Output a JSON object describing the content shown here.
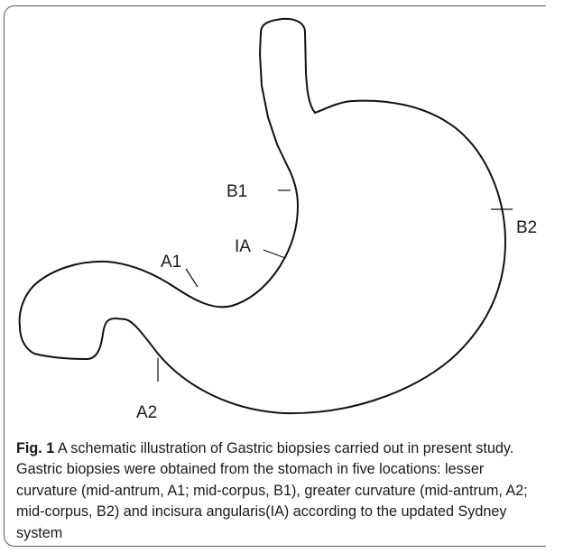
{
  "figure": {
    "labels": {
      "b1": "B1",
      "b2": "B2",
      "ia": "IA",
      "a1": "A1",
      "a2": "A2"
    },
    "caption": {
      "fig_label": "Fig. 1",
      "text": " A schematic illustration of Gastric biopsies carried out in present study. Gastric biopsies were obtained from the stomach in five locations: lesser curvature (mid-antrum, A1; mid-corpus, B1), greater curvature (mid-antrum, A2; mid-corpus, B2) and incisura angularis(IA) according to the updated Sydney system"
    }
  }
}
